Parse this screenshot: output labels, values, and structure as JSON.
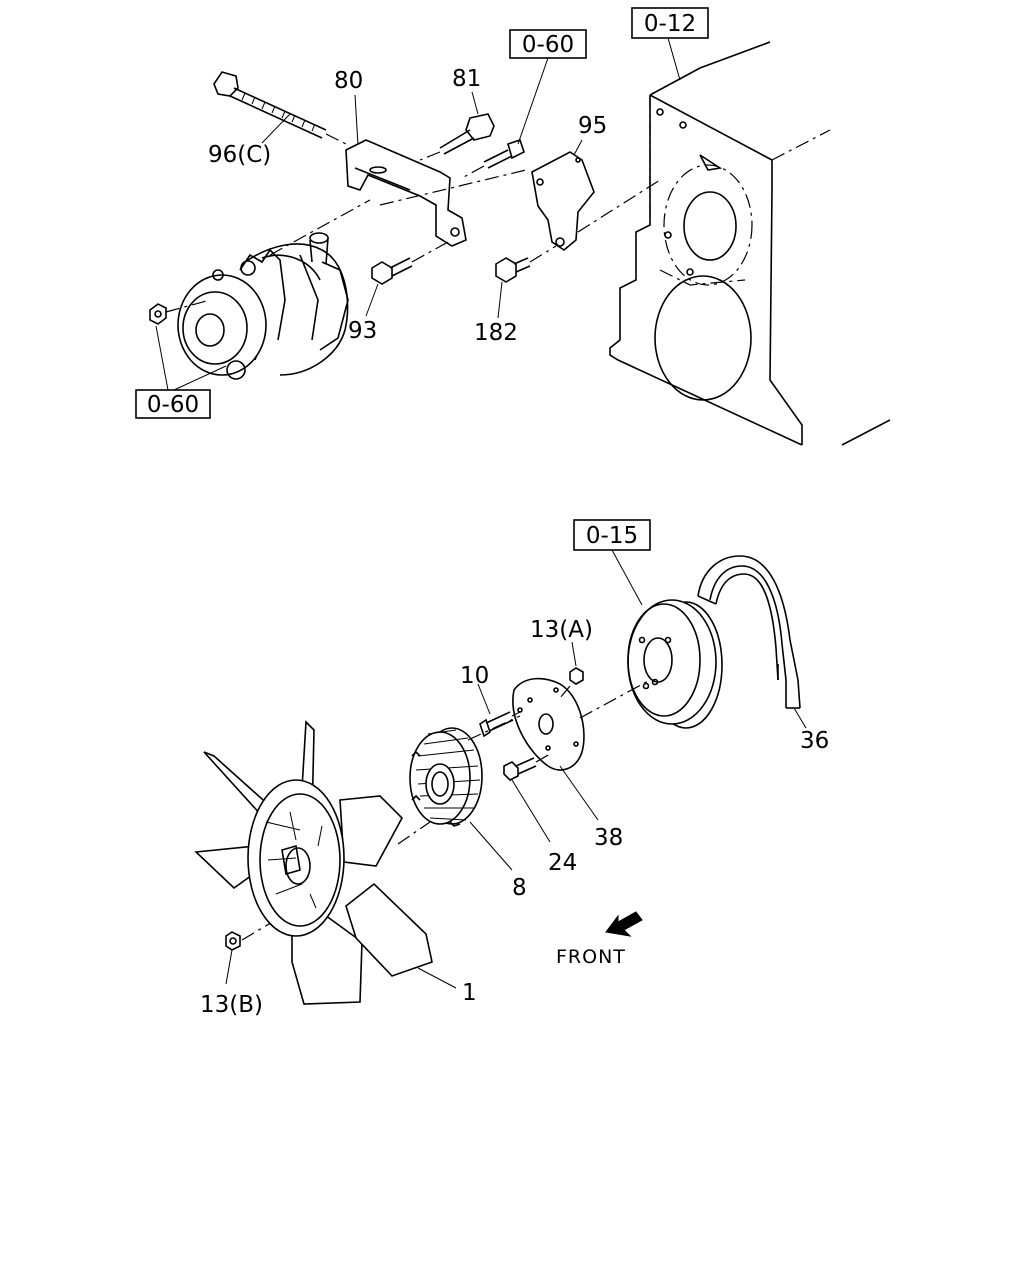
{
  "references": {
    "ref_top": "0-12",
    "ref_mid": "0-60",
    "ref_left": "0-60",
    "ref_pulley": "0-15"
  },
  "callouts": {
    "c96c": "96(C)",
    "c80": "80",
    "c81": "81",
    "c95": "95",
    "c93": "93",
    "c182": "182",
    "c13a": "13(A)",
    "c10": "10",
    "c36": "36",
    "c38": "38",
    "c24": "24",
    "c8": "8",
    "c13b": "13(B)",
    "c1": "1"
  },
  "direction": {
    "label": "FRONT"
  }
}
